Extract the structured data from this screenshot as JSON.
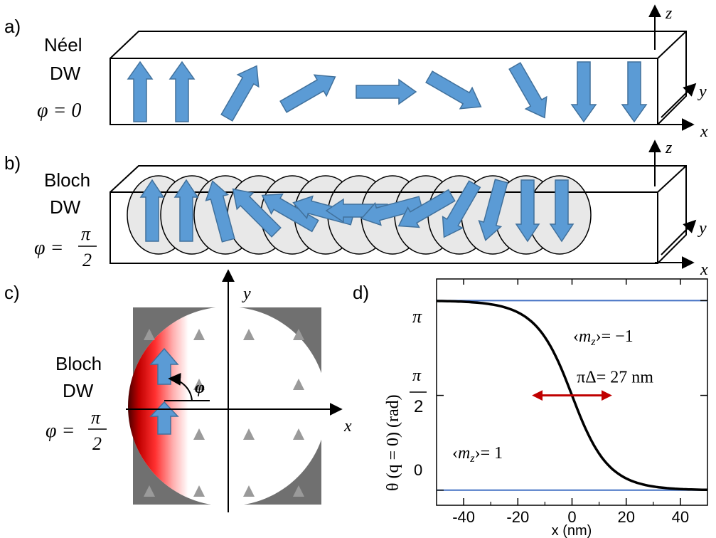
{
  "panel_labels": {
    "a": "a)",
    "b": "b)",
    "c": "c)",
    "d": "d)"
  },
  "neel": {
    "title_line1": "Néel",
    "title_line2": "DW",
    "phi": "φ = 0",
    "arrow_angles_deg": [
      90,
      90,
      60,
      30,
      0,
      -30,
      -60,
      -90,
      -90
    ]
  },
  "bloch": {
    "title_line1": "Bloch",
    "title_line2": "DW",
    "phi_prefix": "φ =",
    "phi_num": "π",
    "phi_den": "2",
    "arrow_angles_deg": [
      90,
      90,
      105,
      120,
      135,
      150,
      165,
      180,
      195,
      210,
      225,
      240,
      255,
      270,
      270
    ]
  },
  "axes_labels": {
    "x": "x",
    "y": "y",
    "z": "z"
  },
  "panel_c": {
    "title_line1": "Bloch",
    "title_line2": "DW",
    "phi_prefix": "φ =",
    "phi_num": "π",
    "phi_den": "2",
    "angle_label": "φ",
    "x_axis": "x",
    "y_axis": "y"
  },
  "chart_data": {
    "type": "line",
    "xlabel": "x (nm)",
    "ylabel": "θ (q = 0) (rad)",
    "xlim": [
      -50,
      50
    ],
    "ylim": [
      -0.25,
      3.5
    ],
    "xticks": [
      "-40",
      "-20",
      "0",
      "20",
      "40"
    ],
    "yticks": [
      "0",
      "π/2",
      "π"
    ],
    "series": [
      {
        "values_from_profile": true,
        "x": [
          -50,
          -40,
          -30,
          -20,
          -10,
          -5,
          0,
          5,
          10,
          20,
          30,
          40,
          50
        ],
        "y": [
          3.14,
          3.13,
          3.11,
          3.0,
          2.6,
          2.2,
          1.57,
          0.94,
          0.54,
          0.14,
          0.03,
          0.01,
          0.0
        ]
      }
    ],
    "hlines": [
      {
        "y": 3.14159,
        "label": "‹m_z›= −1",
        "color": "#4472C4"
      },
      {
        "y": 0,
        "label": "‹m_z›= 1",
        "color": "#4472C4"
      }
    ],
    "annotation": {
      "text": "πΔ= 27 nm",
      "color": "#C00000",
      "x_from": -14,
      "x_to": 14,
      "y": 1.57
    }
  },
  "colors": {
    "arrow_fill": "#5B9BD5",
    "arrow_stroke": "#41719C",
    "line_blue": "#4472C4",
    "annot_red": "#C00000"
  }
}
